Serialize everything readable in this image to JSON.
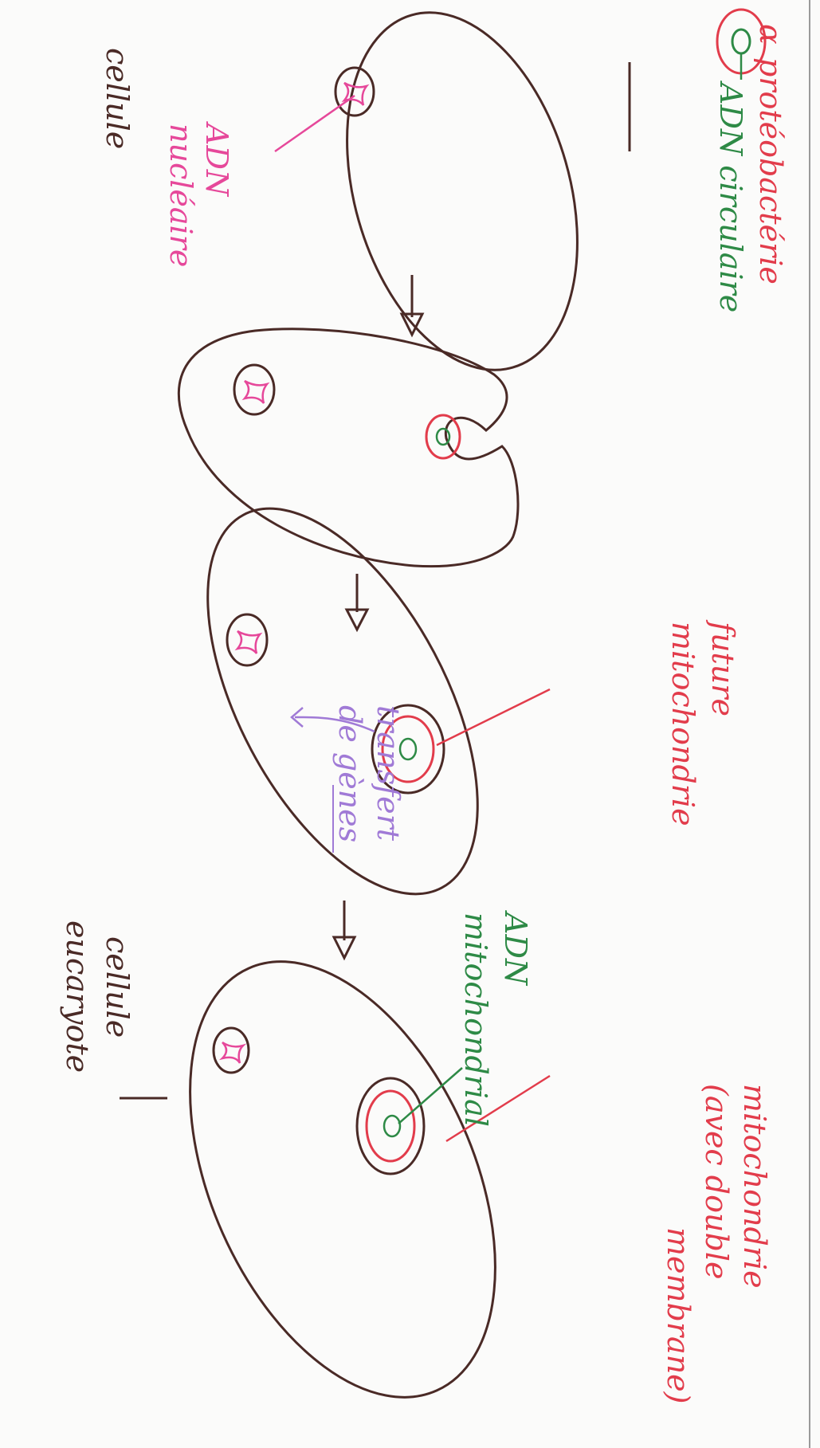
{
  "legend": {
    "symbol": "α",
    "bacteria_label": "protéobactérie",
    "dna_label": "ADN circulaire"
  },
  "step1": {
    "cell_label": "cellule",
    "nuclear_dna_label": [
      "ADN",
      "nucléaire"
    ]
  },
  "step3": {
    "future_mito_label": [
      "future",
      "mitochondrie"
    ],
    "transfer_label": [
      "transfert",
      "de gènes"
    ]
  },
  "step4": {
    "mito_dna_label": [
      "ADN",
      "mitochondrial"
    ],
    "mito_label": [
      "mitochondrie",
      "(avec double",
      "membrane)"
    ],
    "eukaryote_label": [
      "cellule",
      "eucaryote"
    ]
  },
  "colors": {
    "outline": "#4a2a26",
    "red": "#e23c4b",
    "green": "#2e8a46",
    "pink": "#e6489a",
    "purple": "#a07ad6"
  }
}
